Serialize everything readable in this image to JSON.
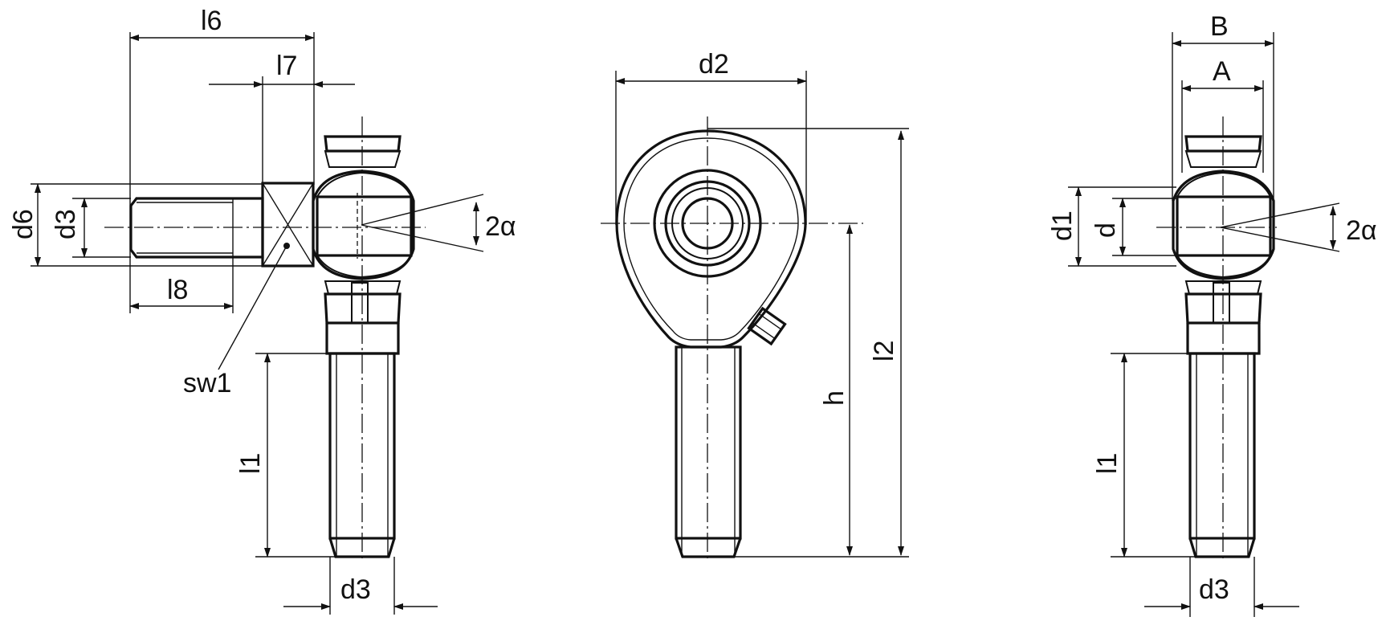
{
  "views": {
    "side_angled": {
      "l6": "l6",
      "l7": "l7",
      "l8": "l8",
      "d6": "d6",
      "d3_thread": "d3",
      "alpha": "2α",
      "sw1": "sw1",
      "l1": "l1",
      "d3_shank": "d3"
    },
    "front": {
      "d2": "d2",
      "h": "h",
      "l2": "l2"
    },
    "side_straight": {
      "B": "B",
      "A": "A",
      "d1": "d1",
      "d": "d",
      "alpha": "2α",
      "l1": "l1",
      "d3": "d3"
    }
  },
  "colors": {
    "line": "#111111",
    "hatch": "#111111",
    "background": "#ffffff"
  }
}
